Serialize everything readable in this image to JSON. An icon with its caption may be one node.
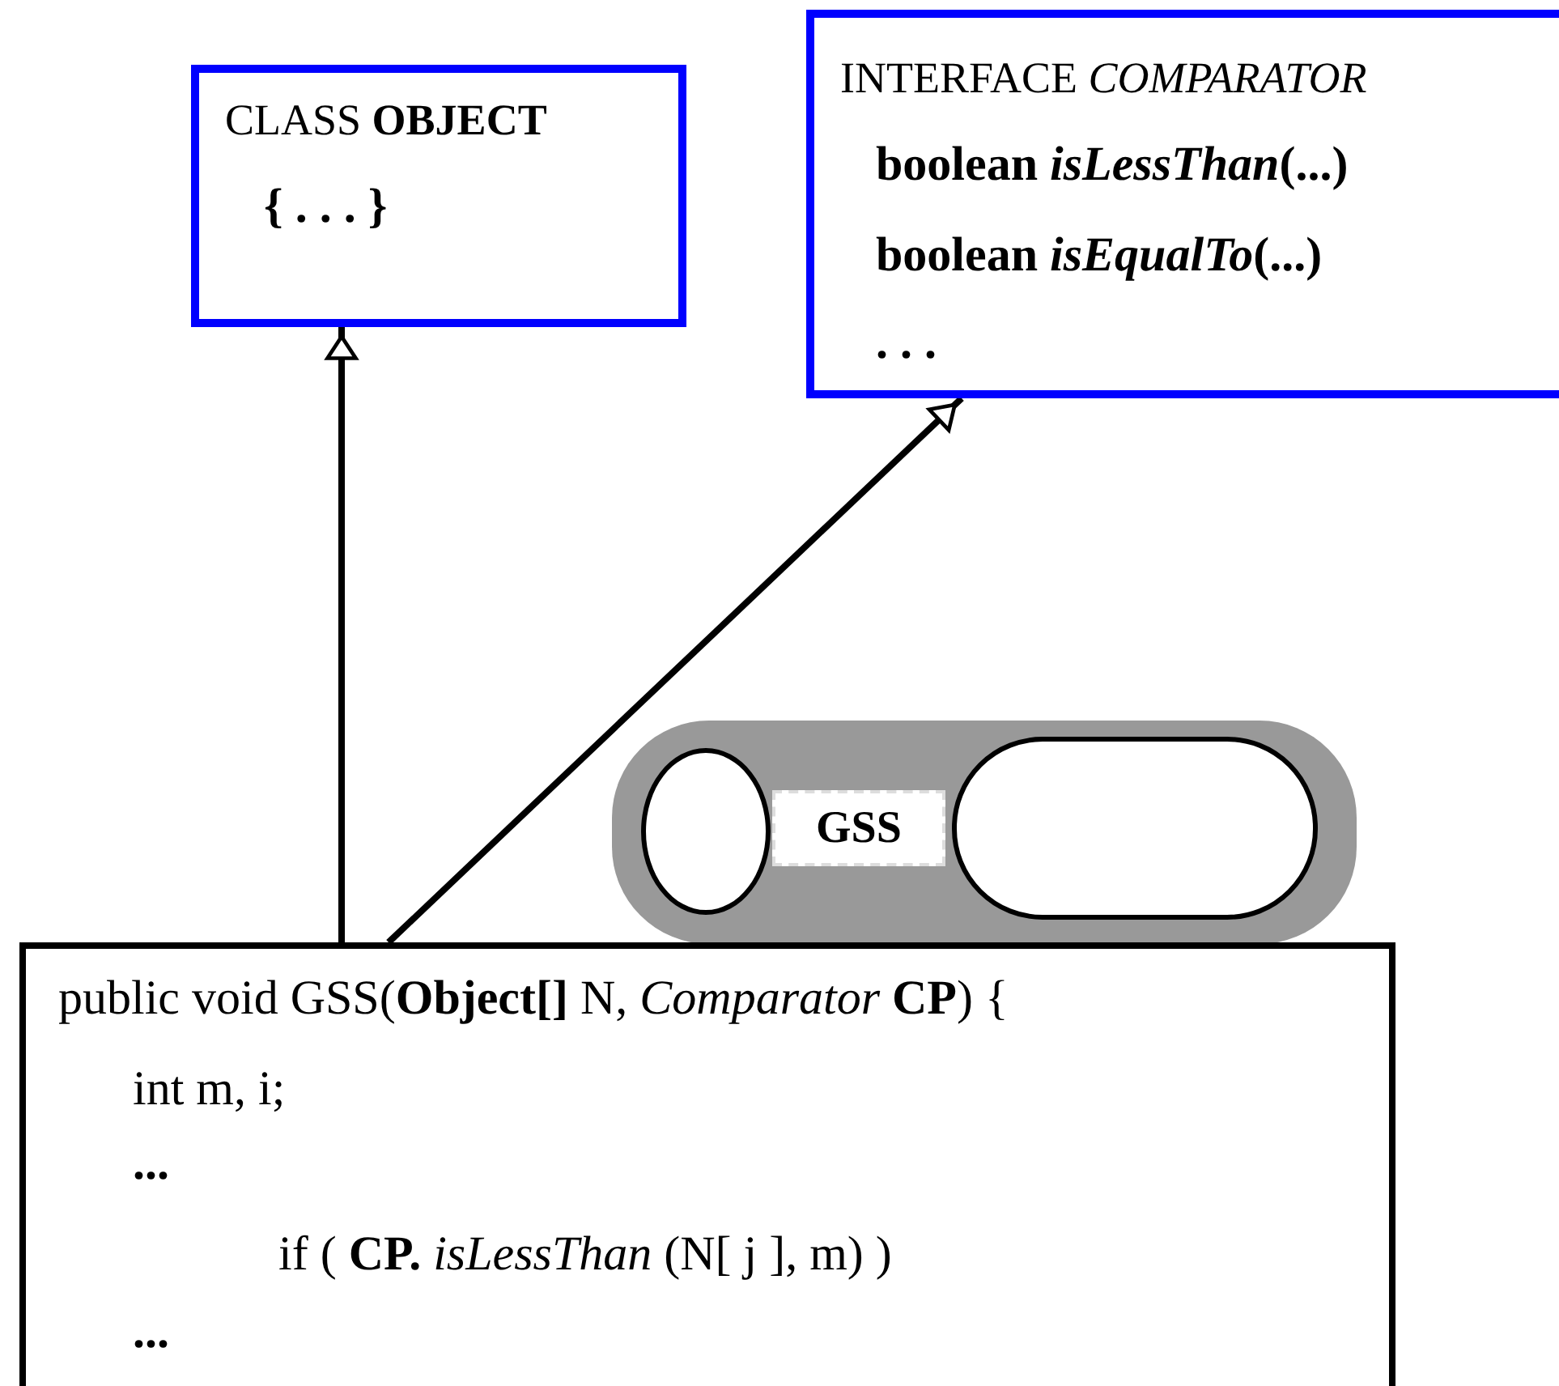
{
  "diagram": {
    "nodes": [
      {
        "text": [
          "CLASS **OBJECT**",
          "{ . . . }"
        ]
      },
      {
        "text": [
          "INTERFACE *COMPARATOR*",
          "**boolean** *isLessThan*(...)",
          "**boolean** *isEqualTo*(...)",
          ". . ."
        ]
      },
      {
        "text": [],
        "shape": "box"
      },
      {
        "text": [],
        "shape": "circle",
        "in": 2
      },
      {
        "text": [
          "GSS"
        ],
        "in": 2
      },
      {
        "text": [],
        "shape": "box",
        "in": 2
      },
      {
        "text": [
          "public void GSS(**Object[]** N, *Comparator* **CP**) {",
          "int m, i;",
          "...",
          "if ( **CP.** *isLessThan* (N[ j ], m) )",
          "..."
        ]
      }
    ],
    "edges": [
      {
        "from": 6,
        "to": 0,
        "arrow": "to"
      },
      {
        "from": 6,
        "to": 1,
        "arrow": "to"
      }
    ]
  }
}
